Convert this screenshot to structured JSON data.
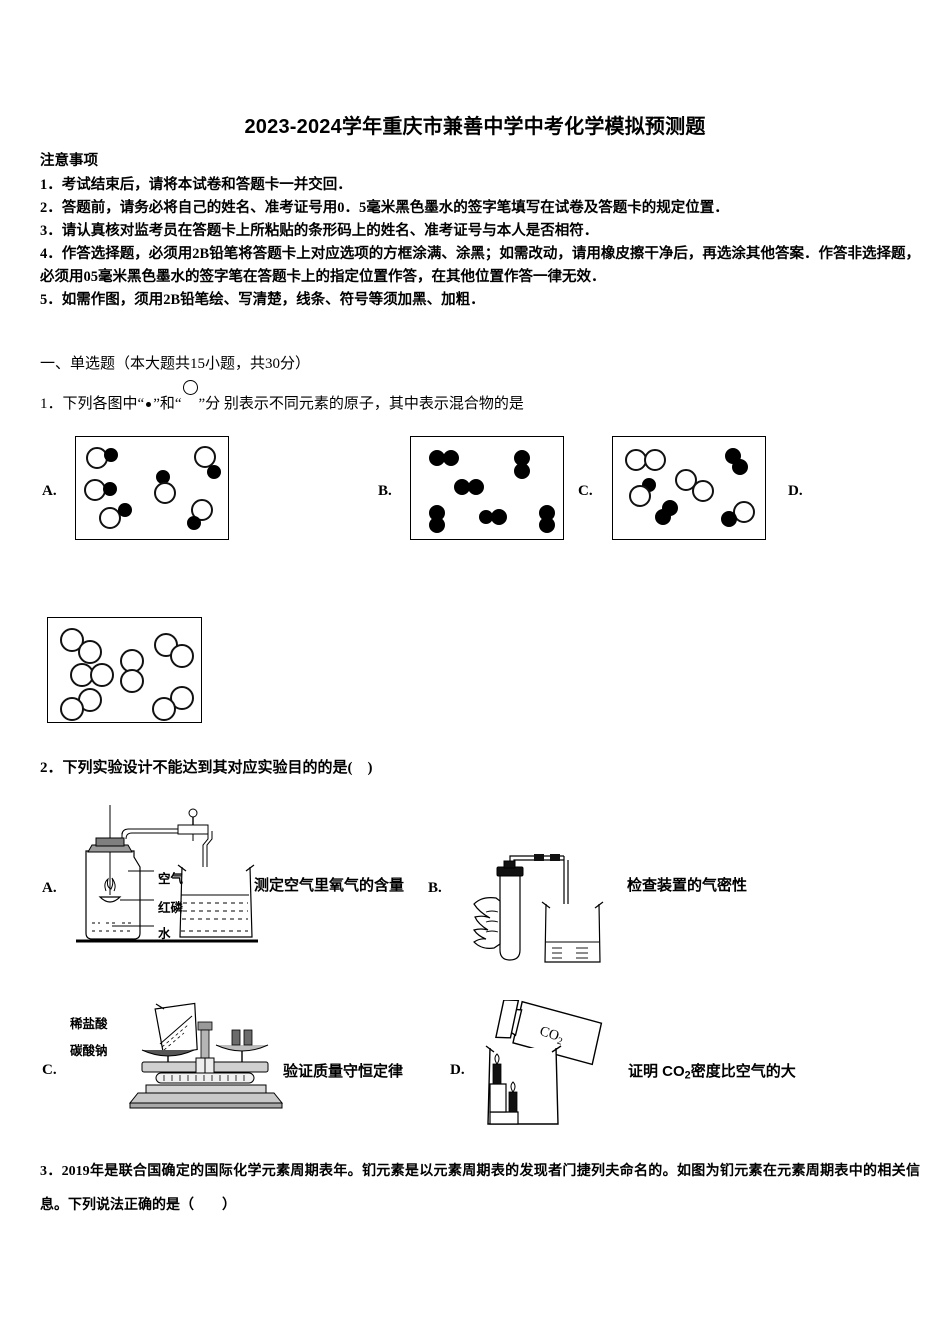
{
  "document": {
    "title": "2023-2024学年重庆市兼善中学中考化学模拟预测题"
  },
  "notice": {
    "heading": "注意事项",
    "items": [
      "1．考试结束后，请将本试卷和答题卡一并交回．",
      "2．答题前，请务必将自己的姓名、准考证号用0．5毫米黑色墨水的签字笔填写在试卷及答题卡的规定位置．",
      "3．请认真核对监考员在答题卡上所粘贴的条形码上的姓名、准考证号与本人是否相符．",
      "4．作答选择题，必须用2B铅笔将答题卡上对应选项的方框涂满、涂黑；如需改动，请用橡皮擦干净后，再选涂其他答案．作答非选择题，必须用05毫米黑色墨水的签字笔在答题卡上的指定位置作答，在其他位置作答一律无效．",
      "5．如需作图，须用2B铅笔绘、写清楚，线条、符号等须加黑、加粗．"
    ]
  },
  "section": {
    "heading": "一、单选题（本大题共15小题，共30分）"
  },
  "question1": {
    "number": "1．",
    "stem_part1": "下列各图中“",
    "stem_part2": "”和“",
    "stem_part3": "”分 别表示不同元素的原子，其中表示混合物的是",
    "options": [
      {
        "letter": "A.",
        "molecules": "six white-black diatomic pairs"
      },
      {
        "letter": "B.",
        "molecules": "six black-black diatomic pairs"
      },
      {
        "letter": "C.",
        "molecules": "mixture of white-white, black-black and white-black pairs"
      },
      {
        "letter": "D.",
        "molecules": "six white-white diatomic pairs"
      }
    ]
  },
  "question2": {
    "number": "2．",
    "stem": "下列实验设计不能达到其对应实验目的的是(　)",
    "options": [
      {
        "letter": "A.",
        "caption": "测定空气里氧气的含量",
        "labels": [
          "空气",
          "红磷",
          "水"
        ]
      },
      {
        "letter": "B.",
        "caption": "检查装置的气密性",
        "labels": []
      },
      {
        "letter": "C.",
        "caption": "验证质量守恒定律",
        "labels": [
          "稀盐酸",
          "碳酸钠"
        ]
      },
      {
        "letter": "D.",
        "caption_pre": "证明 CO",
        "caption_sub": "2",
        "caption_post": "密度比空气的大",
        "bottle_label_pre": "CO",
        "bottle_label_sub": "2",
        "labels": []
      }
    ]
  },
  "question3": {
    "number": "3．",
    "stem": "2019年是联合国确定的国际化学元素周期表年。钔元素是以元素周期表的发现者门捷列夫命名的。如图为钔元素在元素周期表中的相关信息。下列说法正确的是（　　）"
  },
  "colors": {
    "ink": "#000000",
    "paper": "#ffffff",
    "atom_fill_white": "#ffffff",
    "atom_fill_black": "#000000",
    "apparatus_gray": "#888888"
  }
}
